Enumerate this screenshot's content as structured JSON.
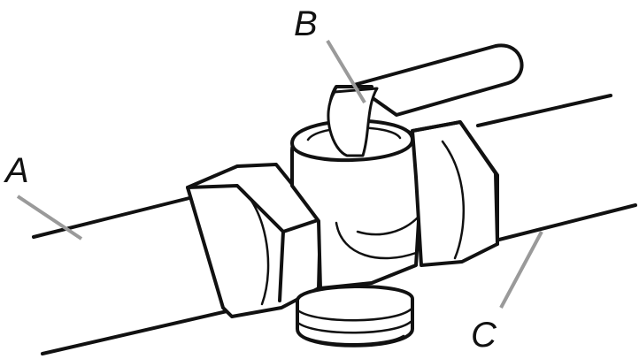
{
  "labels": {
    "a": "A",
    "b": "B",
    "c": "C"
  },
  "colors": {
    "ink": "#111111",
    "leader": "#9a9a9a",
    "background": "#ffffff"
  }
}
